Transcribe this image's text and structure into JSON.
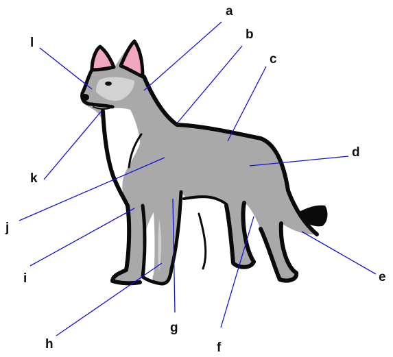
{
  "labels": {
    "a": "a",
    "b": "b",
    "c": "c",
    "d": "d",
    "e": "e",
    "f": "f",
    "g": "g",
    "h": "h",
    "i": "i",
    "j": "j",
    "k": "k",
    "l": "l"
  },
  "colors": {
    "fur_gray": "#a9a9a9",
    "fur_light": "#d2d2d2",
    "chest_white": "#ffffff",
    "ear_pink": "#f2a7c0",
    "outline": "#0a0a0a",
    "leader_line": "#1010e0",
    "label_text": "#111111"
  }
}
